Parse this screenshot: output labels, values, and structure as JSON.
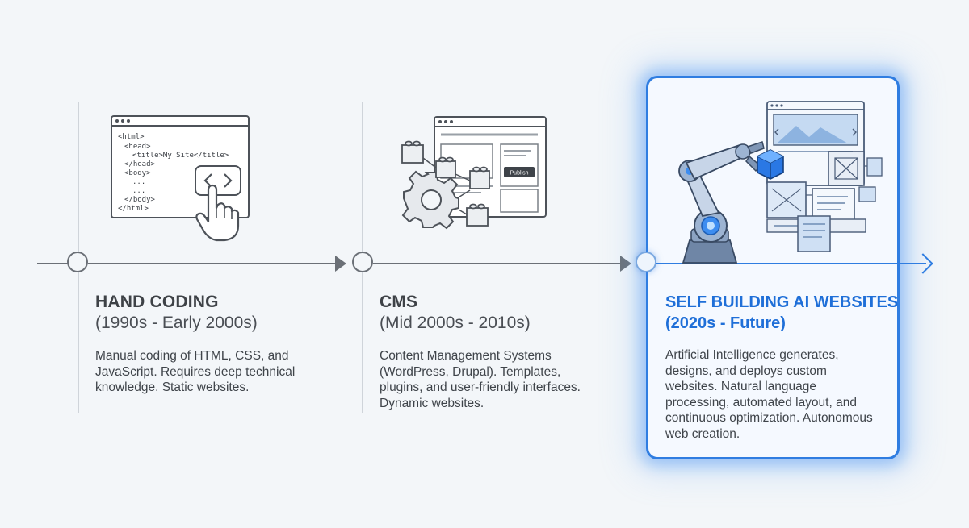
{
  "stages": [
    {
      "title": "HAND CODING",
      "period": "(1990s - Early 2000s)",
      "description": "Manual coding of HTML, CSS, and JavaScript. Requires deep technical knowledge. Static websites.",
      "code_lines": [
        "<html>",
        "<head>",
        "<title>My Site</title>",
        "</head>",
        "<body>",
        "...",
        "...",
        "</body>",
        "</html>"
      ],
      "icons": [
        "code-window-icon",
        "pointing-hand-icon"
      ]
    },
    {
      "title": "CMS",
      "period": "(Mid 2000s - 2010s)",
      "description": "Content Management Systems (WordPress, Drupal). Templates, plugins, and user-friendly interfaces. Dynamic websites.",
      "publish_label": "Publish",
      "icons": [
        "cms-window-icon",
        "gear-icon",
        "plugin-blocks-icon"
      ]
    },
    {
      "title": "SELF BUILDING AI WEBSITES",
      "period": "(2020s - Future)",
      "description": "Artificial Intelligence generates, designs, and deploys custom websites. Natural language processing, automated layout, and continuous optimization. Autonomous web creation.",
      "icons": [
        "robot-arm-icon",
        "web-layouts-icon"
      ],
      "highlight_color": "#2f7de1"
    }
  ]
}
